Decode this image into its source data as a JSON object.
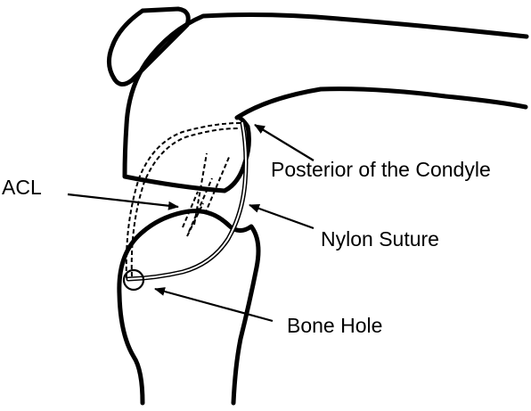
{
  "labels": {
    "posterior_condyle": "Posterior of the Condyle",
    "acl": "ACL",
    "nylon_suture": "Nylon Suture",
    "bone_hole": "Bone Hole"
  },
  "colors": {
    "stroke": "#000000",
    "background": "#ffffff"
  }
}
